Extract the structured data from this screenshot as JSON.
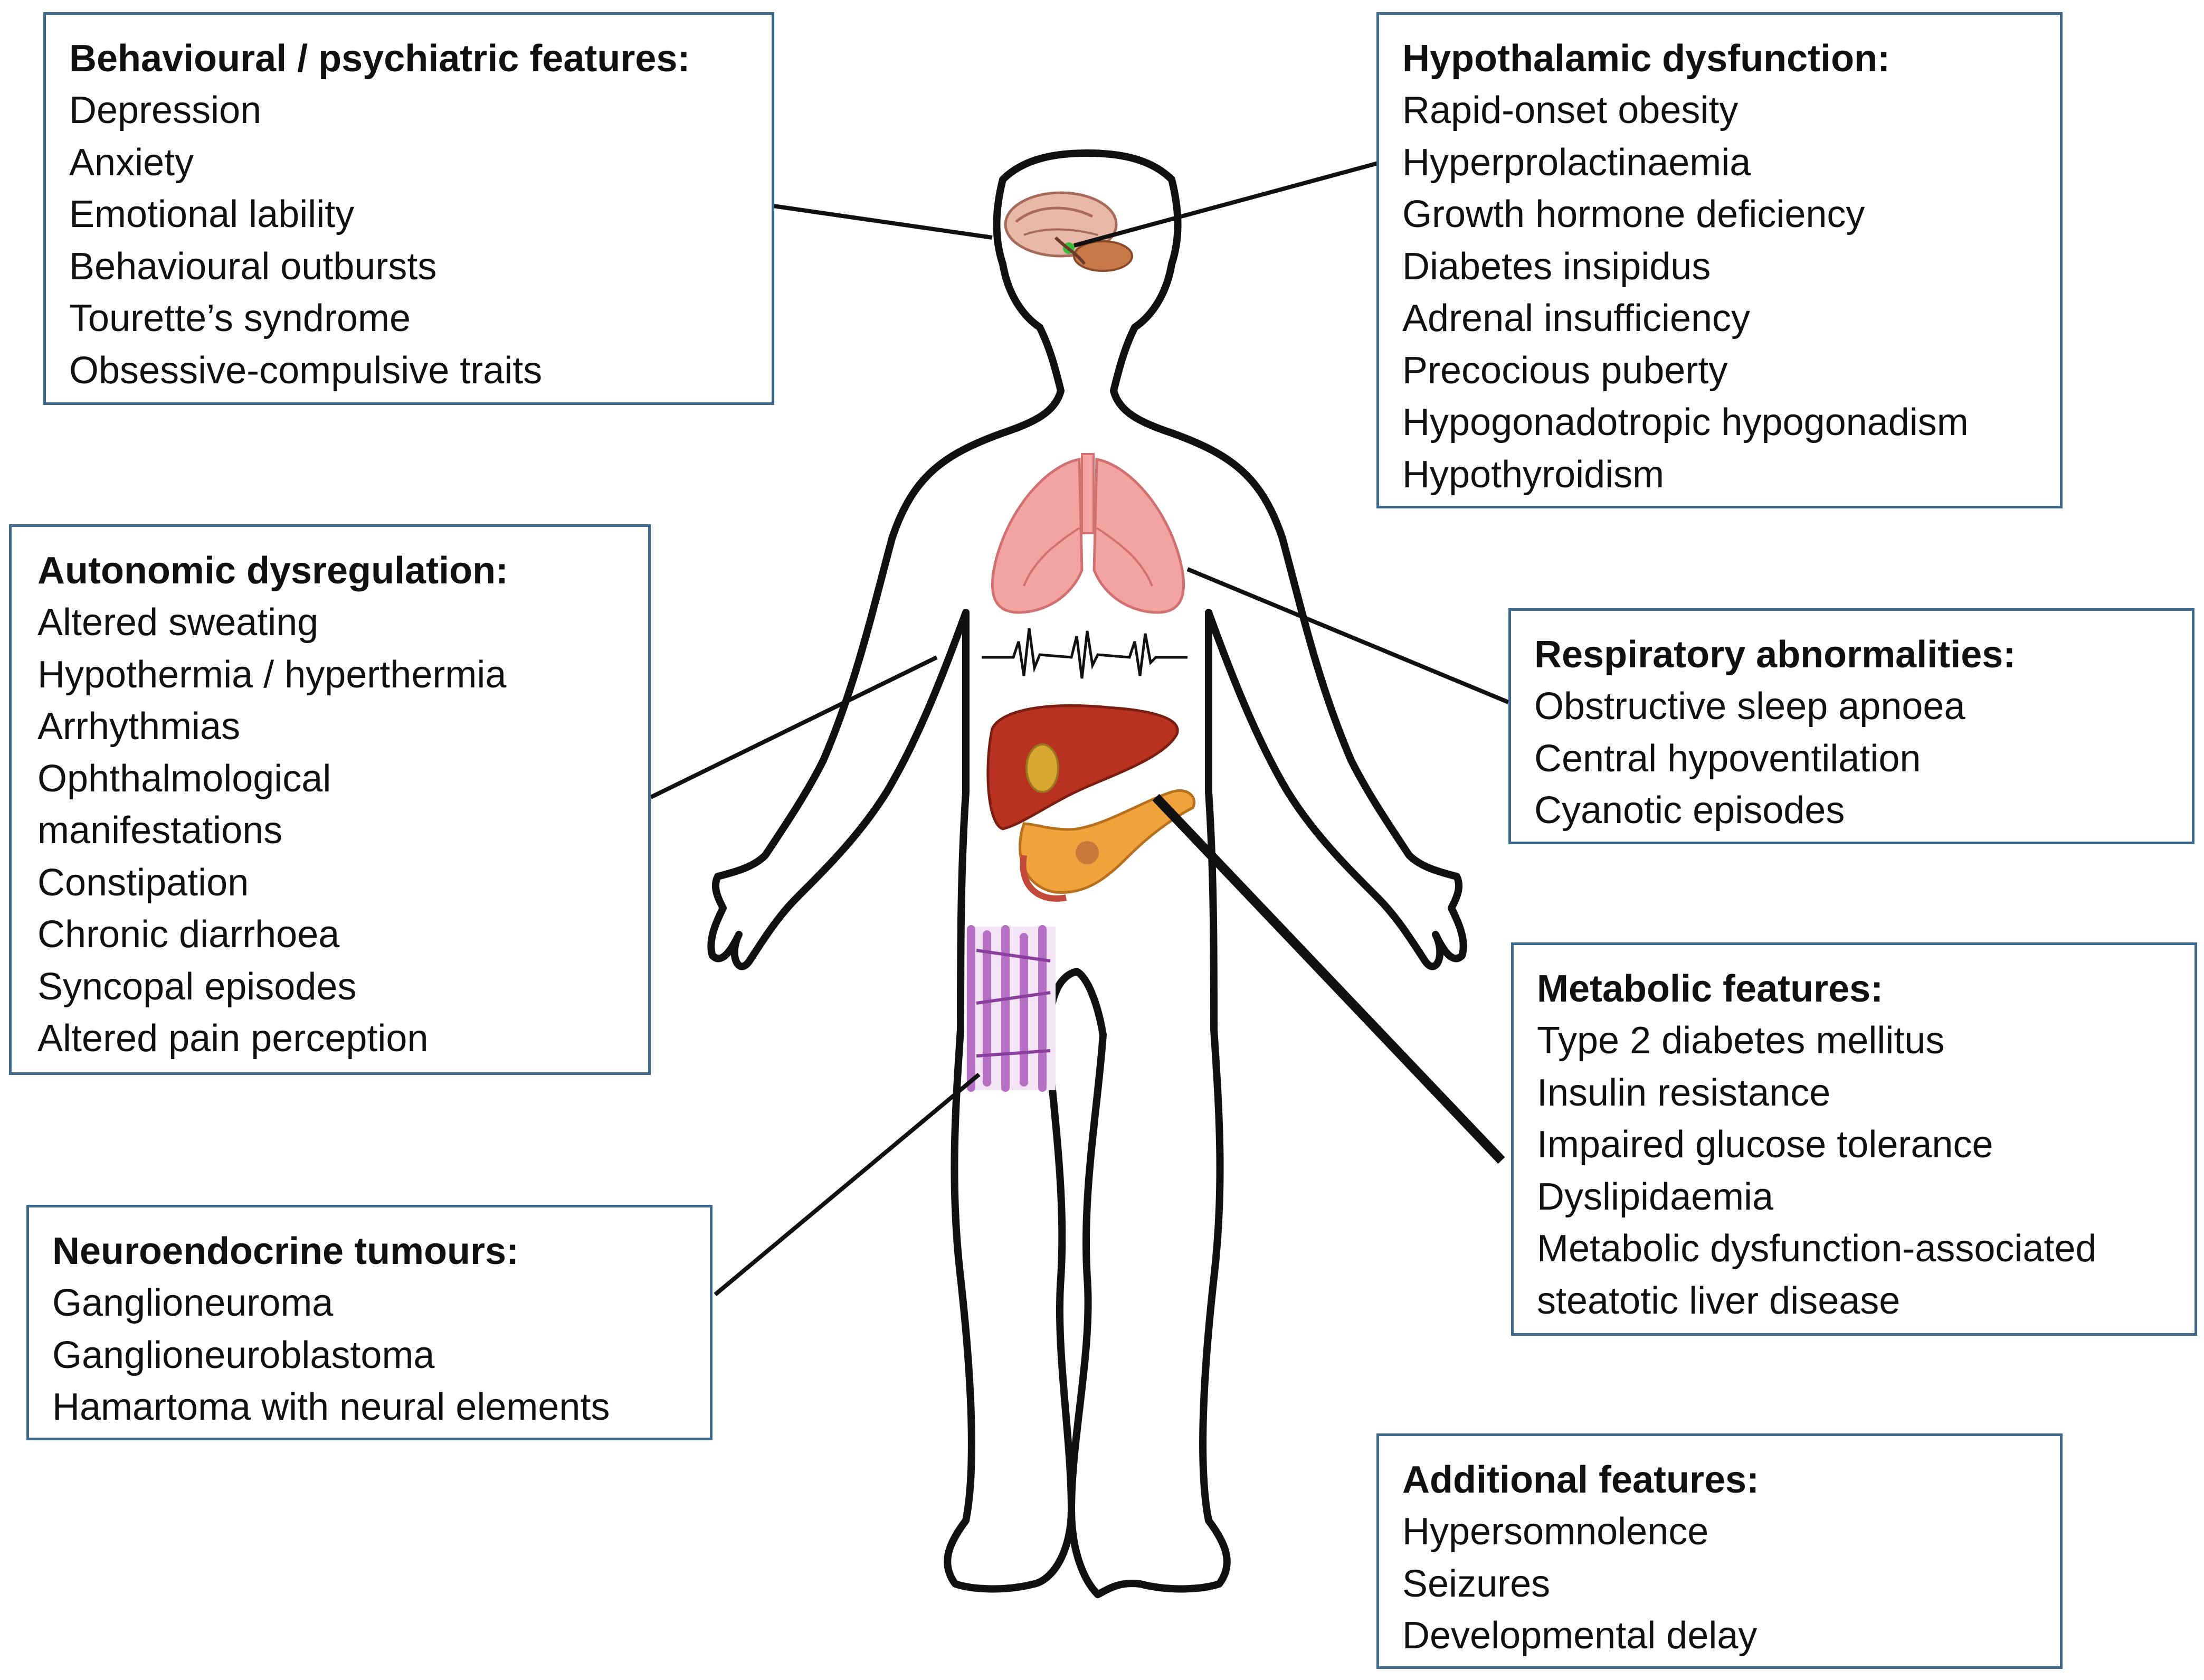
{
  "boxes": {
    "behavioural": {
      "heading": "Behavioural / psychiatric features:",
      "items": [
        "Depression",
        "Anxiety",
        "Emotional lability",
        "Behavioural outbursts",
        "Tourette’s syndrome",
        "Obsessive-compulsive traits"
      ]
    },
    "hypothalamic": {
      "heading": "Hypothalamic dysfunction:",
      "items": [
        "Rapid-onset obesity",
        "Hyperprolactinaemia",
        "Growth hormone deficiency",
        "Diabetes insipidus",
        "Adrenal insufficiency",
        "Precocious puberty",
        "Hypogonadotropic hypogonadism",
        "Hypothyroidism"
      ]
    },
    "autonomic": {
      "heading": "Autonomic dysregulation:",
      "items": [
        "Altered sweating",
        "Hypothermia / hyperthermia",
        "Arrhythmias",
        "Ophthalmological manifestations",
        "Constipation",
        "Chronic diarrhoea",
        "Syncopal episodes",
        "Altered pain perception"
      ]
    },
    "respiratory": {
      "heading": "Respiratory abnormalities:",
      "items": [
        "Obstructive sleep apnoea",
        "Central hypoventilation",
        "Cyanotic episodes"
      ]
    },
    "metabolic": {
      "heading": "Metabolic features:",
      "items": [
        "Type 2 diabetes mellitus",
        "Insulin resistance",
        "Impaired glucose tolerance",
        "Dyslipidaemia",
        "Metabolic dysfunction-associated steatotic liver disease"
      ]
    },
    "neuroendocrine": {
      "heading": "Neuroendocrine tumours:",
      "items": [
        "Ganglioneuroma",
        "Ganglioneuroblastoma",
        "Hamartoma with neural elements"
      ]
    },
    "additional": {
      "heading": "Additional features:",
      "items": [
        "Hypersomnolence",
        "Seizures",
        "Developmental delay"
      ]
    }
  },
  "colors": {
    "box_border": "#3d6a8c",
    "text": "#111111",
    "body_outline": "#111111",
    "lungs": "#f4a3a3",
    "liver": "#b8321f",
    "pancreas": "#f0a33c",
    "brain": "#e8b8a8",
    "tissue": "#b56fc4"
  },
  "icons": [
    "body-outline",
    "brain-icon",
    "lungs-icon",
    "heartbeat-icon",
    "liver-icon",
    "pancreas-icon",
    "tissue-histology-icon"
  ]
}
